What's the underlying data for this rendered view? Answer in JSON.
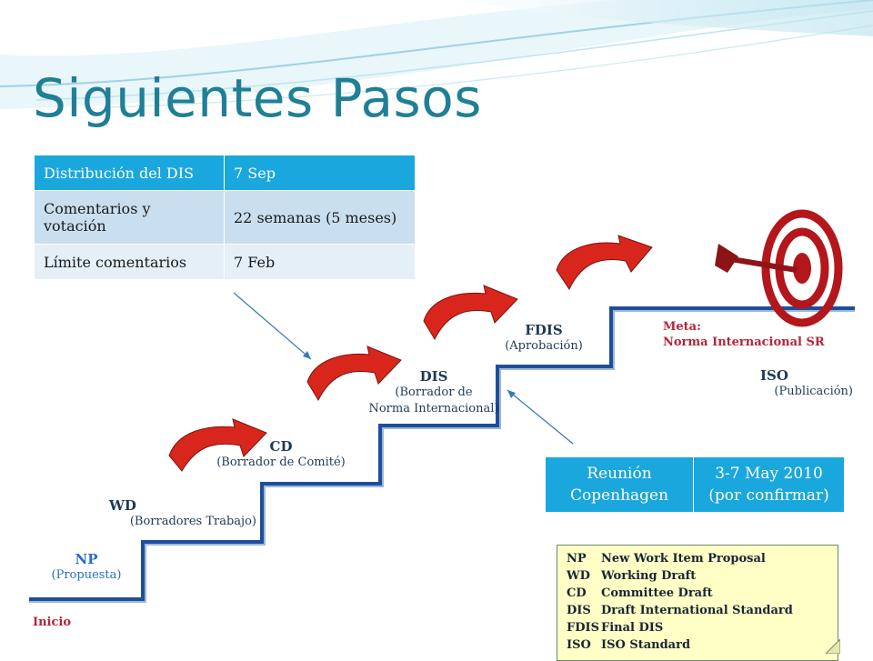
{
  "title": "Siguientes Pasos",
  "schedule": {
    "rows": [
      [
        "Distribución del DIS",
        "7 Sep"
      ],
      [
        "Comentarios y votación",
        "22 semanas (5 meses)"
      ],
      [
        "Límite comentarios",
        "7 Feb"
      ]
    ]
  },
  "stages": [
    {
      "abbr": "NP",
      "desc": "(Propuesta)"
    },
    {
      "abbr": "WD",
      "desc": "(Borradores Trabajo)"
    },
    {
      "abbr": "CD",
      "desc": "(Borrador de Comité)"
    },
    {
      "abbr": "DIS",
      "desc_line1": "(Borrador de",
      "desc_line2": "Norma Internacional)"
    },
    {
      "abbr": "FDIS",
      "desc": "(Aprobación)"
    },
    {
      "abbr": "ISO",
      "desc": "(Publicación)"
    }
  ],
  "goal": {
    "label": "Meta:",
    "text": "Norma Internacional SR"
  },
  "start_label": "Inicio",
  "meeting": {
    "label": "Reunión Copenhagen",
    "date": "3-7 May 2010 (por confirmar)"
  },
  "legend": [
    {
      "abbr": "NP",
      "text": "New Work Item Proposal"
    },
    {
      "abbr": "WD",
      "text": "Working Draft"
    },
    {
      "abbr": "CD",
      "text": "Committee Draft"
    },
    {
      "abbr": "DIS",
      "text": "Draft International Standard"
    },
    {
      "abbr": "FDIS",
      "text": "Final DIS"
    },
    {
      "abbr": "ISO",
      "text": "ISO Standard"
    }
  ],
  "colors": {
    "title": "#1f7f96",
    "step_line": "#1f4e99",
    "table_header": "#1aa7dd",
    "curve_arrow": "#d9261c",
    "target": "#b3161b",
    "legend_bg": "#ffffc6"
  }
}
